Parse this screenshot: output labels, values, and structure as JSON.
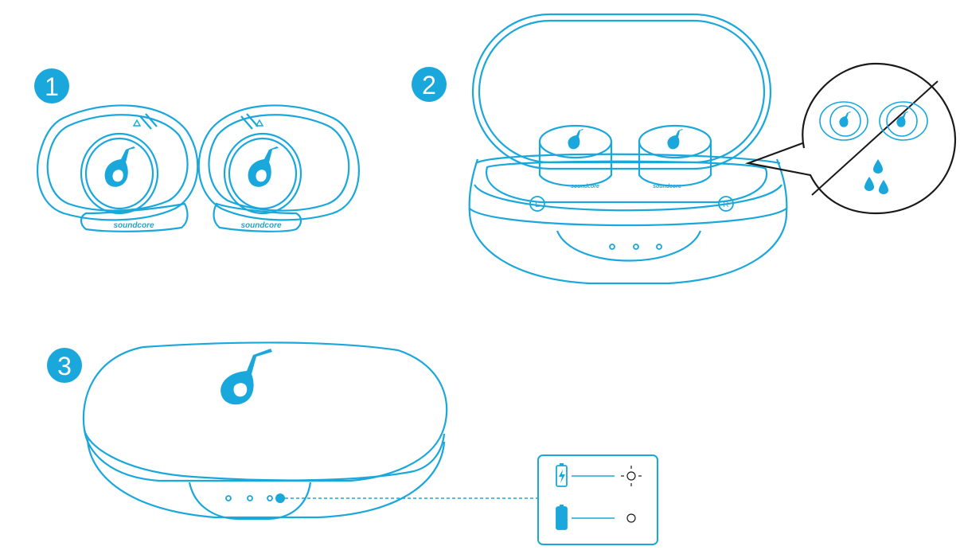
{
  "steps": [
    {
      "number": "1"
    },
    {
      "number": "2"
    },
    {
      "number": "3"
    }
  ],
  "brand": {
    "text": "soundcore"
  },
  "earbud_labels": {
    "left": "L",
    "right": "R"
  },
  "colors": {
    "primary": "#1aa7dc",
    "badge": "#1aa7dc",
    "badge_text": "#ffffff",
    "callout_stroke": "#1a1a1a",
    "background": "#ffffff"
  },
  "legend": {
    "rows": [
      {
        "icon": "battery-charging-icon",
        "indicator": "light-blinking-icon"
      },
      {
        "icon": "battery-full-icon",
        "indicator": "light-off-icon"
      }
    ]
  }
}
